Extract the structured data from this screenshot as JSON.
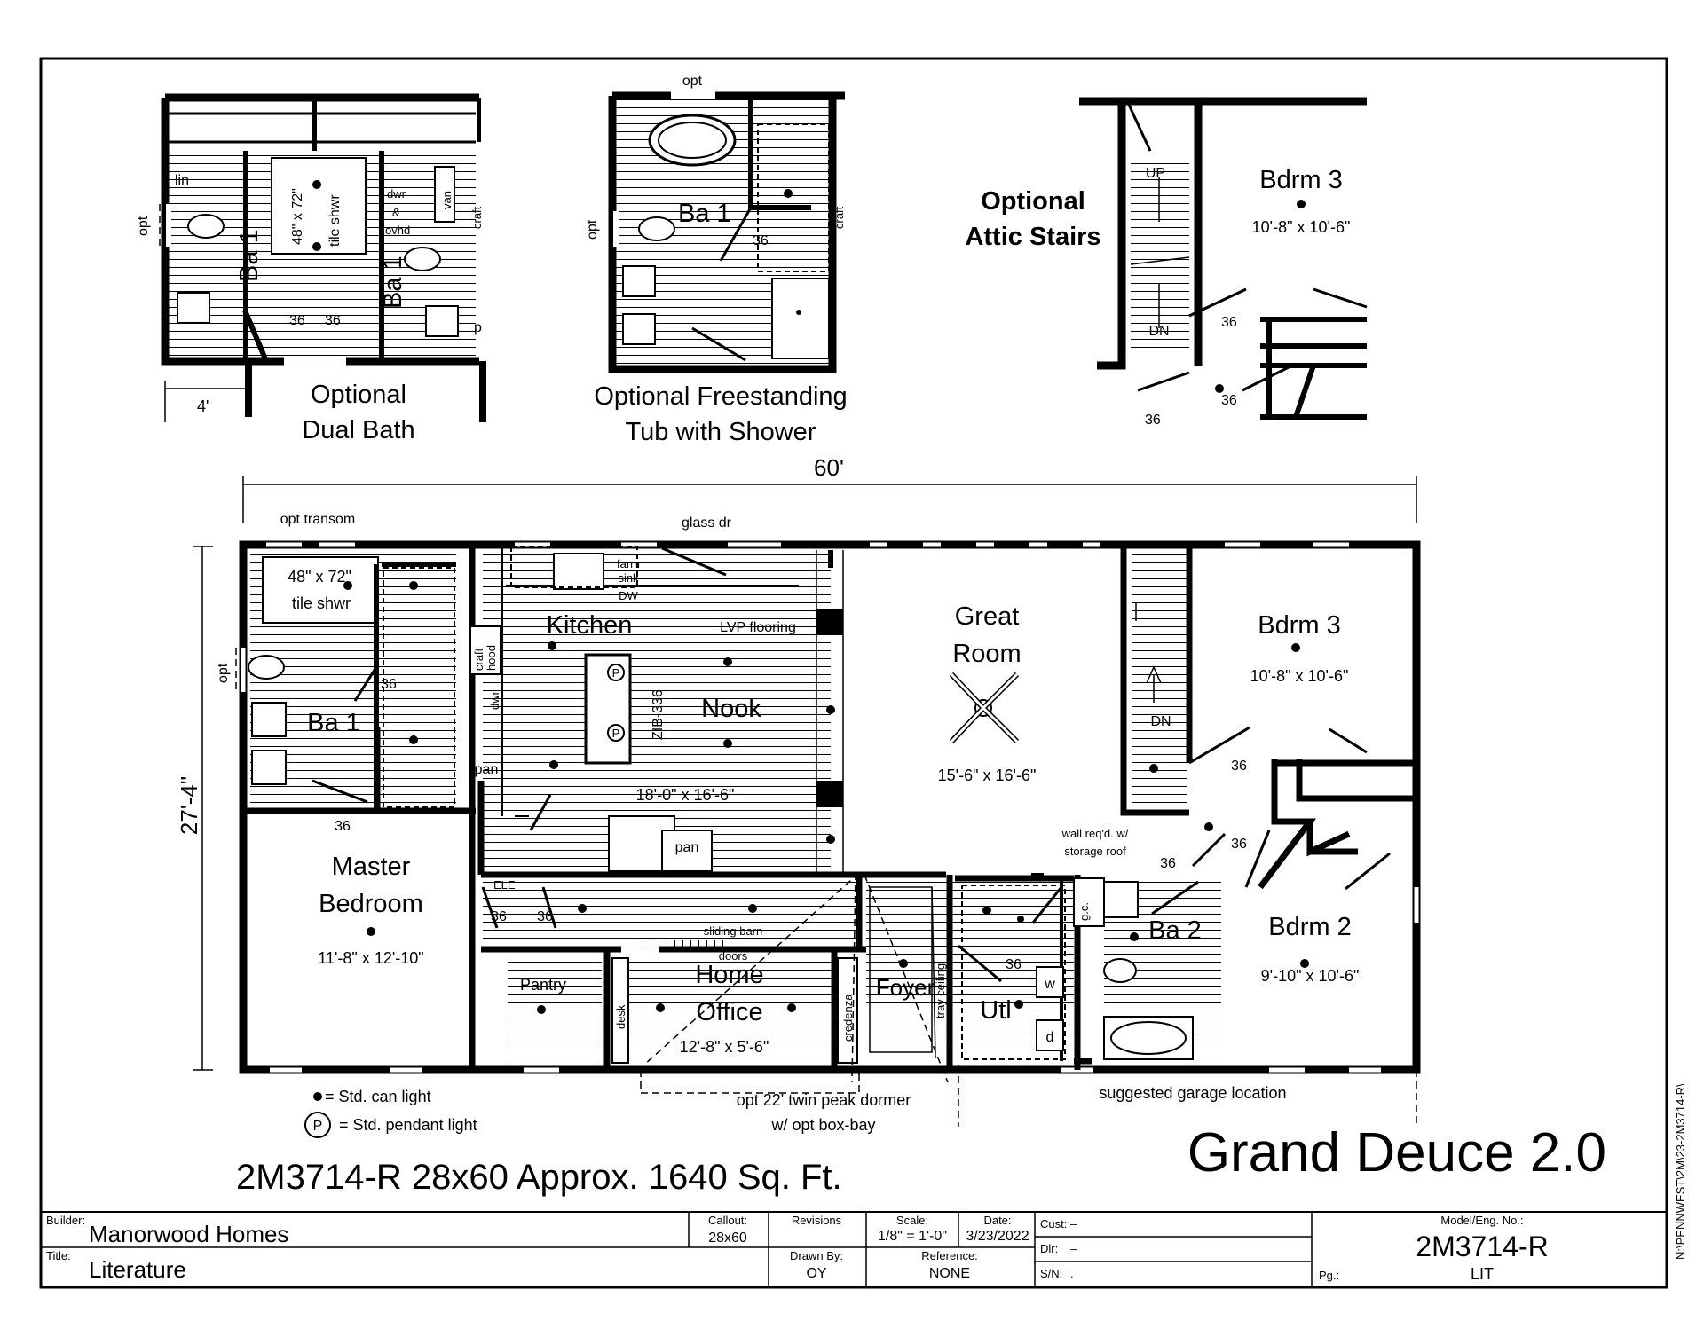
{
  "inset_dual_bath": {
    "title_1": "Optional",
    "title_2": "Dual Bath",
    "lin": "lin",
    "opt": "opt",
    "ba1_left": "Ba 1",
    "ba1_right": "Ba 1",
    "shower_1": "48\" x 72\"",
    "shower_2": "tile shwr",
    "dwr_1": "dwr",
    "dwr_2": "&",
    "dwr_3": "ovhd",
    "van": "van",
    "craft": "craft",
    "door_a": "36",
    "door_b": "36",
    "dim_4": "4'",
    "p": "p"
  },
  "inset_tub": {
    "title_1": "Optional Freestanding",
    "title_2": "Tub with Shower",
    "opt_top": "opt",
    "opt_left": "opt",
    "ba1": "Ba 1",
    "door": "36",
    "craft": "craft"
  },
  "inset_attic": {
    "title_1": "Optional",
    "title_2": "Attic Stairs",
    "up": "UP",
    "dn": "DN",
    "bdrm3_name": "Bdrm 3",
    "bdrm3_size": "10'-8\" x 10'-6\"",
    "door_a": "36",
    "door_b": "36",
    "door_c": "36"
  },
  "main_plan": {
    "dim_width": "60'",
    "dim_depth": "27'-4\"",
    "opt_transom": "opt transom",
    "glass_dr": "glass dr",
    "opt_left": "opt",
    "shower_1": "48\" x 72\"",
    "shower_2": "tile shwr",
    "farm_sink_1": "farm",
    "farm_sink_2": "sink",
    "dw": "DW",
    "kitchen": "Kitchen",
    "lvp": "LVP flooring",
    "craft_hood_1": "craft",
    "craft_hood_2": "hood",
    "dwr": "dwr",
    "pan_1": "pan",
    "pan_2": "pan",
    "island": "ZIB-336",
    "nook": "Nook",
    "kitchen_size": "18'-0\" x 16'-6\"",
    "ba1": "Ba 1",
    "ba1_door": "36",
    "master_door": "36",
    "master_1": "Master",
    "master_2": "Bedroom",
    "master_size": "11'-8\" x 12'-10\"",
    "great_1": "Great",
    "great_2": "Room",
    "great_size": "15'-6\" x 16'-6\"",
    "dn": "DN",
    "wall_note_1": "wall req'd. w/",
    "wall_note_2": "storage roof",
    "bdrm3_name": "Bdrm 3",
    "bdrm3_size": "10'-8\" x 10'-6\"",
    "door_36_a": "36",
    "door_36_b": "36",
    "door_36_c": "36",
    "bdrm2_name": "Bdrm 2",
    "bdrm2_size": "9'-10\" x 10'-6\"",
    "ba2": "Ba 2",
    "gc": "g.c.",
    "ele": "ELE",
    "hall_door_a": "36",
    "hall_door_b": "36",
    "sliding_1": "sliding barn",
    "sliding_2": "doors",
    "pantry": "Pantry",
    "desk": "desk",
    "office_1": "Home",
    "office_2": "Office",
    "office_size": "12'-8\" x 5'-6\"",
    "credenza": "credenza",
    "foyer": "Foyer",
    "tray": "tray ceiling",
    "utl": "Utl",
    "utl_door": "36",
    "w": "w",
    "d": "d",
    "dormer_1": "opt 22' twin peak dormer",
    "dormer_2": "w/ opt box-bay",
    "garage": "suggested garage location"
  },
  "legend": {
    "can_light": "= Std. can light",
    "pendant_symbol": "P",
    "pendant_light": "= Std. pendant light"
  },
  "model_line": "2M3714-R 28x60  Approx. 1640 Sq. Ft.",
  "model_name": "Grand Deuce 2.0",
  "side_note": "N:\\PENNWEST\\2M\\23-2M3714-R\\",
  "title_block": {
    "builder_label": "Builder:",
    "builder": "Manorwood Homes",
    "title_label": "Title:",
    "title": "Literature",
    "callout_label": "Callout:",
    "callout": "28x60",
    "revisions_label": "Revisions",
    "drawn_label": "Drawn By:",
    "drawn": "OY",
    "scale_label": "Scale:",
    "scale": "1/8\" = 1'-0\"",
    "date_label": "Date:",
    "date": "3/23/2022",
    "reference_label": "Reference:",
    "reference": "NONE",
    "cust_label": "Cust:",
    "cust": "–",
    "dlr_label": "Dlr:",
    "dlr": "–",
    "sn_label": "S/N:",
    "sn": ".",
    "model_label": "Model/Eng. No.:",
    "model": "2M3714-R",
    "lit": "LIT",
    "pg_label": "Pg.:"
  }
}
